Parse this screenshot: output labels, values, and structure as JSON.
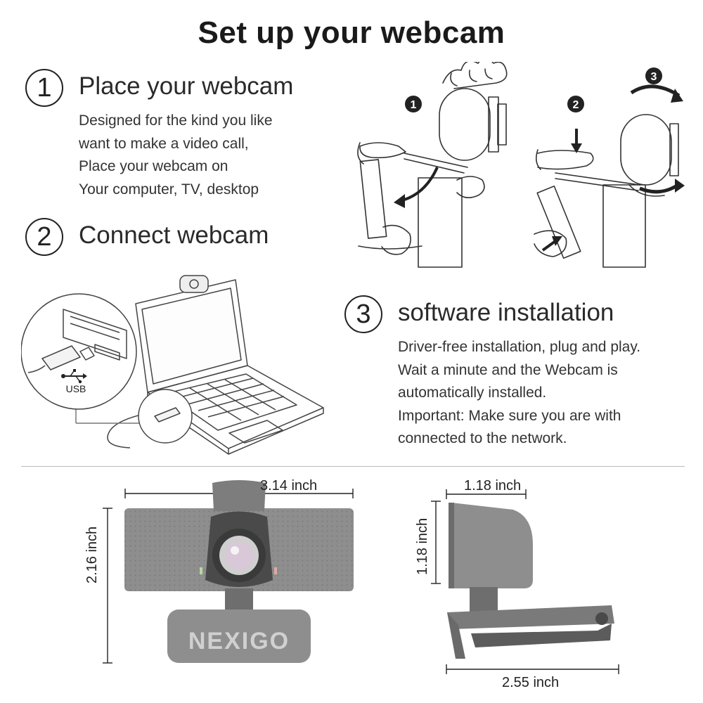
{
  "title": "Set up your webcam",
  "steps": [
    {
      "number": "1",
      "heading": "Place your webcam",
      "lines": [
        "Designed for the kind you like",
        "want to make a video call,",
        "Place your webcam on",
        "Your computer, TV, desktop"
      ]
    },
    {
      "number": "2",
      "heading": "Connect webcam",
      "lines": []
    },
    {
      "number": "3",
      "heading": "software installation",
      "lines": [
        "Driver-free installation, plug and play.",
        "Wait a minute and the Webcam is",
        "automatically installed.",
        "Important: Make sure you are with",
        "connected to the network."
      ]
    }
  ],
  "mount_markers": [
    "1",
    "2",
    "3"
  ],
  "usb_label": "USB",
  "brand": "NEXIGO",
  "dimensions": {
    "front_width": "3.14 inch",
    "front_height": "2.16 inch",
    "side_depth": "1.18 inch",
    "side_height": "1.18 inch",
    "clip_width": "2.55 inch"
  },
  "colors": {
    "device_gray": "#8e8e8e",
    "line": "#333333",
    "divider": "#bbbbbb"
  }
}
